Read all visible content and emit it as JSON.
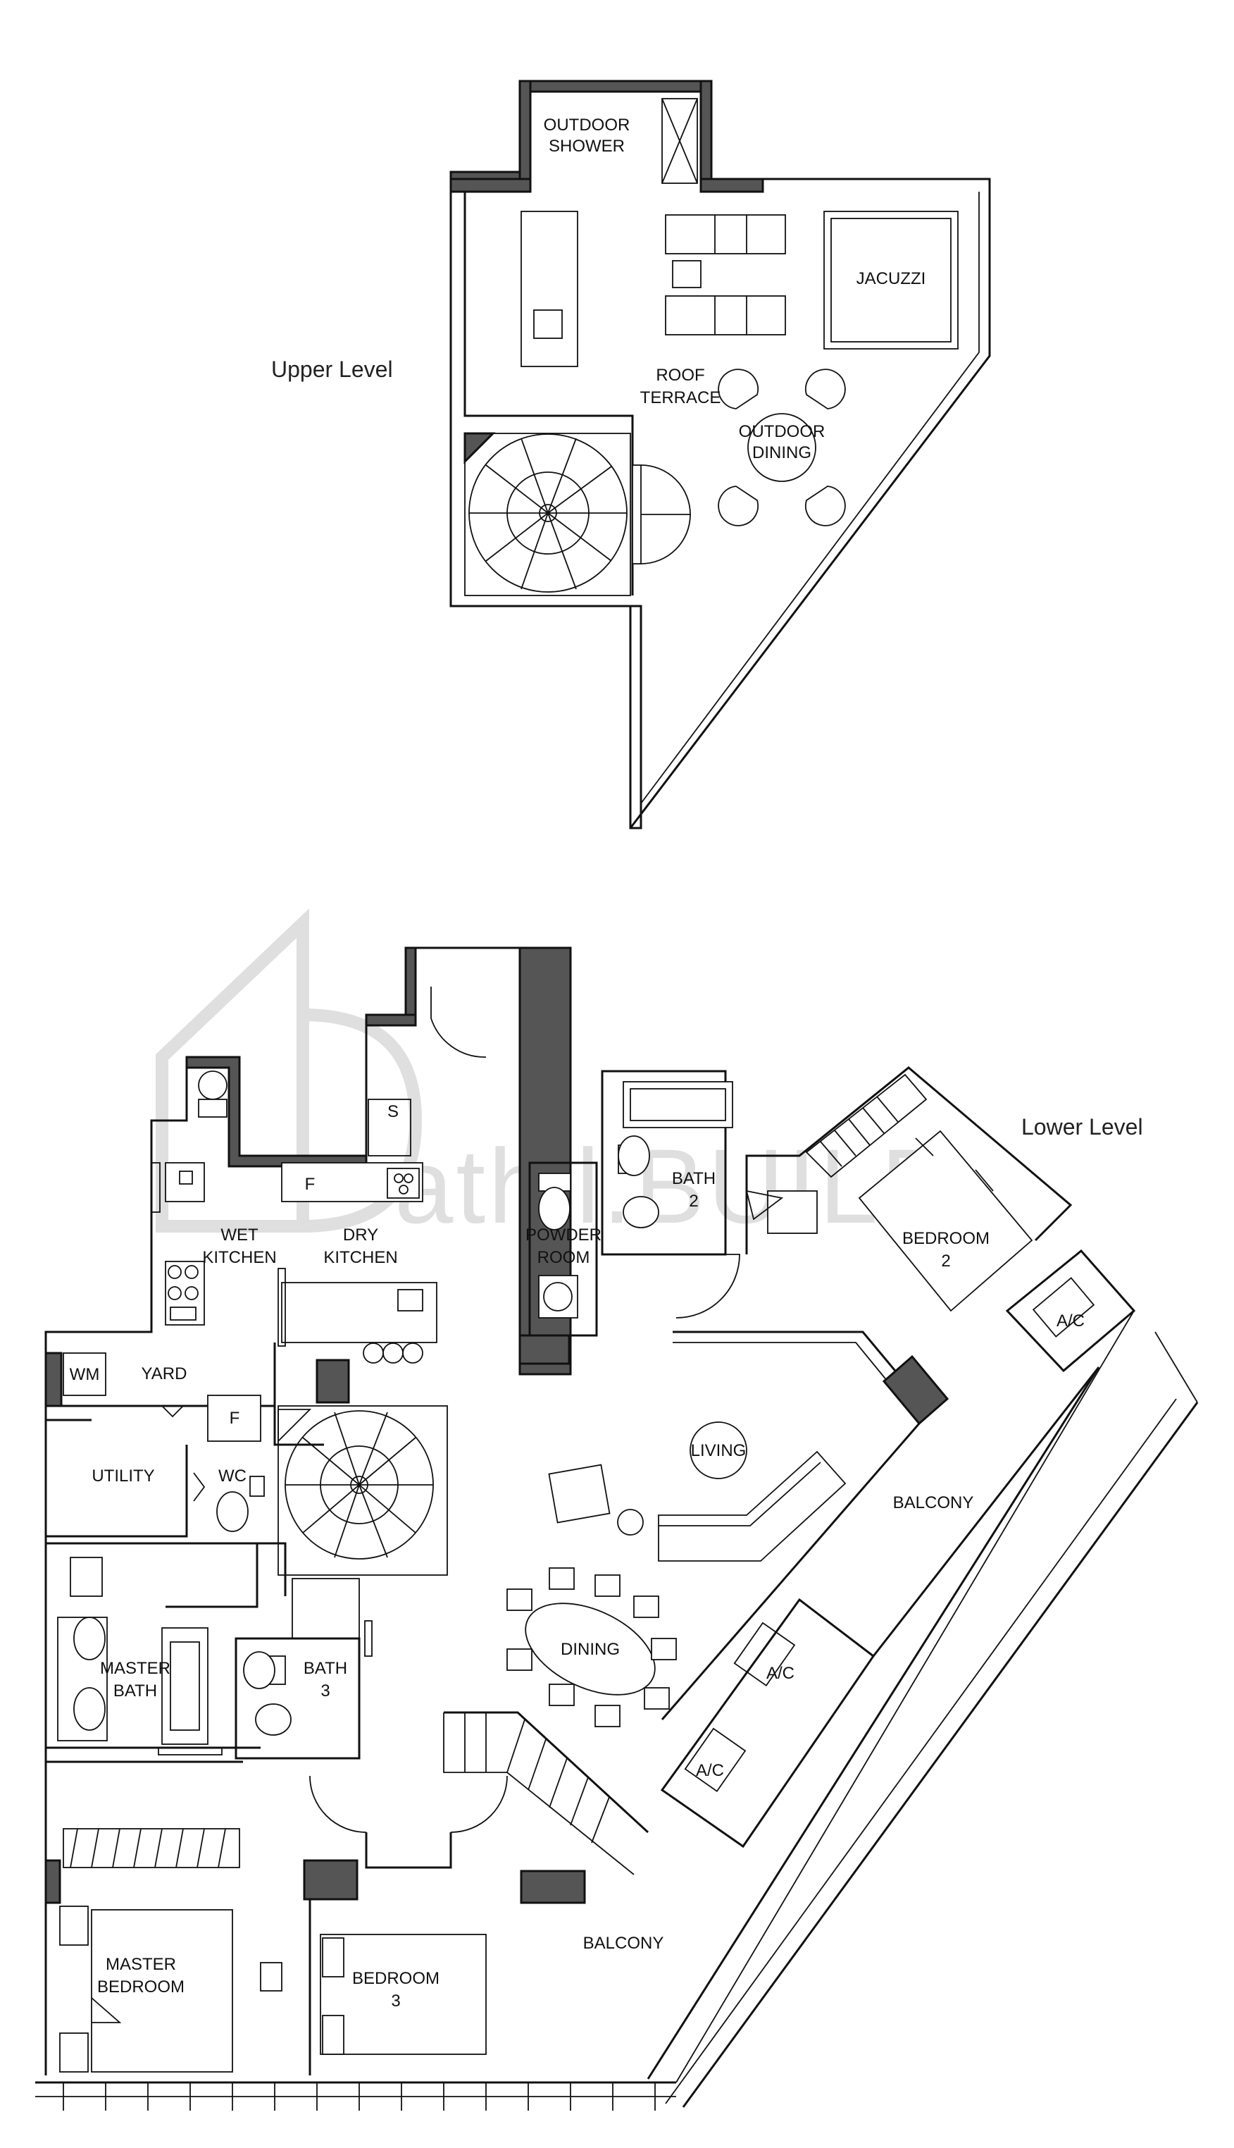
{
  "levels": {
    "upper": "Upper Level",
    "lower": "Lower Level"
  },
  "upper_rooms": {
    "outdoor_shower": [
      "OUTDOOR",
      "SHOWER"
    ],
    "jacuzzi": [
      "JACUZZI"
    ],
    "roof_terrace": [
      "ROOF",
      "TERRACE"
    ],
    "outdoor_dining": [
      "OUTDOOR",
      "DINING"
    ]
  },
  "lower_rooms": {
    "store": [
      "S"
    ],
    "bath2": [
      "BATH",
      "2"
    ],
    "powder_room": [
      "POWDER",
      "ROOM"
    ],
    "wet_kitchen": [
      "WET",
      "KITCHEN"
    ],
    "dry_kitchen": [
      "DRY",
      "KITCHEN"
    ],
    "bedroom2": [
      "BEDROOM",
      "2"
    ],
    "ac_top": [
      "A/C"
    ],
    "wm": [
      "WM"
    ],
    "yard": [
      "YARD"
    ],
    "fridge_kitchen": [
      "F"
    ],
    "fridge_yard": [
      "F"
    ],
    "utility": [
      "UTILITY"
    ],
    "wc": [
      "WC"
    ],
    "living": [
      "LIVING"
    ],
    "balcony_upper": [
      "BALCONY"
    ],
    "master_bath": [
      "MASTER",
      "BATH"
    ],
    "bath3": [
      "BATH",
      "3"
    ],
    "dining": [
      "DINING"
    ],
    "ac_mid": [
      "A/C"
    ],
    "ac_low": [
      "A/C"
    ],
    "master_bedroom": [
      "MASTER",
      "BEDROOM"
    ],
    "bedroom3": [
      "BEDROOM",
      "3"
    ],
    "balcony_lower": [
      "BALCONY"
    ]
  },
  "watermark": "athil.BUILD"
}
